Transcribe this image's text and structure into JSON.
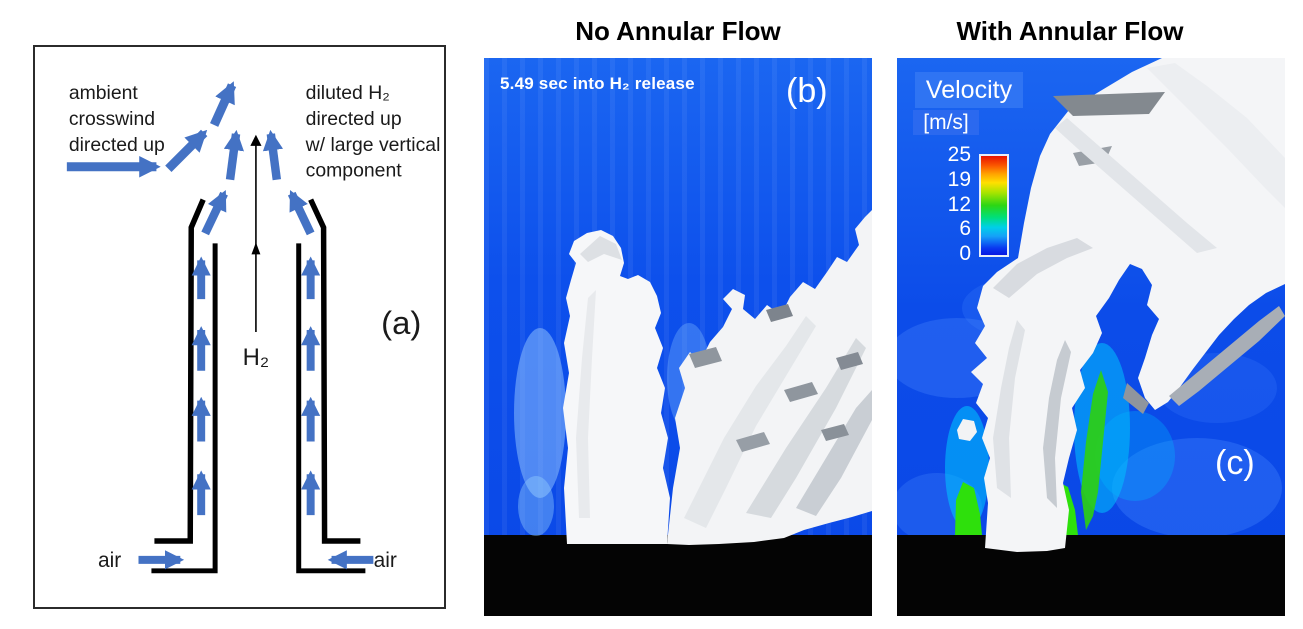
{
  "figure": {
    "panel_a": {
      "label": "(a)",
      "crosswind_note": [
        "ambient",
        "crosswind",
        "directed up"
      ],
      "diluted_note": [
        "diluted H₂",
        "directed up",
        "w/ large vertical",
        "component"
      ],
      "h2_label": "H₂",
      "air_left_label": "air",
      "air_right_label": "air"
    },
    "panel_b": {
      "title": "No Annular Flow",
      "label": "(b)",
      "timestamp": "5.49 sec into H₂ release"
    },
    "panel_c": {
      "title": "With Annular Flow",
      "label": "(c)",
      "legend": {
        "title": "Velocity",
        "units": "[m/s]",
        "ticks": [
          "25",
          "19",
          "12",
          "6",
          "0"
        ]
      }
    },
    "colors": {
      "arrow_blue": "#4472C4",
      "background_blue": "#0c4ce9",
      "plume_white": "#f4f5f7",
      "ground_black": "#000000",
      "jet_green": "#2ee00c"
    }
  }
}
